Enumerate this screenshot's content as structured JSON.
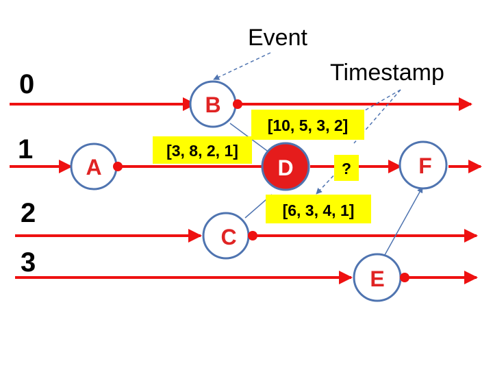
{
  "colors": {
    "line": "#ee1111",
    "node_border": "#4f74b0",
    "node_fill": "#ffffff",
    "node_text": "#e02424",
    "focus_fill": "#e51c1c",
    "focus_text": "#ffffff",
    "highlight": "#ffff00",
    "connector": "#4f74b0"
  },
  "processes": [
    {
      "label": "0"
    },
    {
      "label": "1"
    },
    {
      "label": "2"
    },
    {
      "label": "3"
    }
  ],
  "events": [
    {
      "id": "A",
      "label": "A"
    },
    {
      "id": "B",
      "label": "B"
    },
    {
      "id": "C",
      "label": "C"
    },
    {
      "id": "D",
      "label": "D",
      "highlighted": true
    },
    {
      "id": "E",
      "label": "E"
    },
    {
      "id": "F",
      "label": "F"
    }
  ],
  "messages": [
    {
      "from": "B",
      "to": "D"
    },
    {
      "from": "C",
      "to": "D"
    },
    {
      "from": "E",
      "to": "F"
    }
  ],
  "timestamps": [
    {
      "id": "b",
      "text": "[10, 5, 3, 2]"
    },
    {
      "id": "a",
      "text": "[3, 8, 2, 1]"
    },
    {
      "id": "q",
      "text": "?"
    },
    {
      "id": "c",
      "text": "[6, 3, 4, 1]"
    }
  ],
  "callouts": {
    "event": "Event",
    "timestamp": "Timestamp"
  }
}
